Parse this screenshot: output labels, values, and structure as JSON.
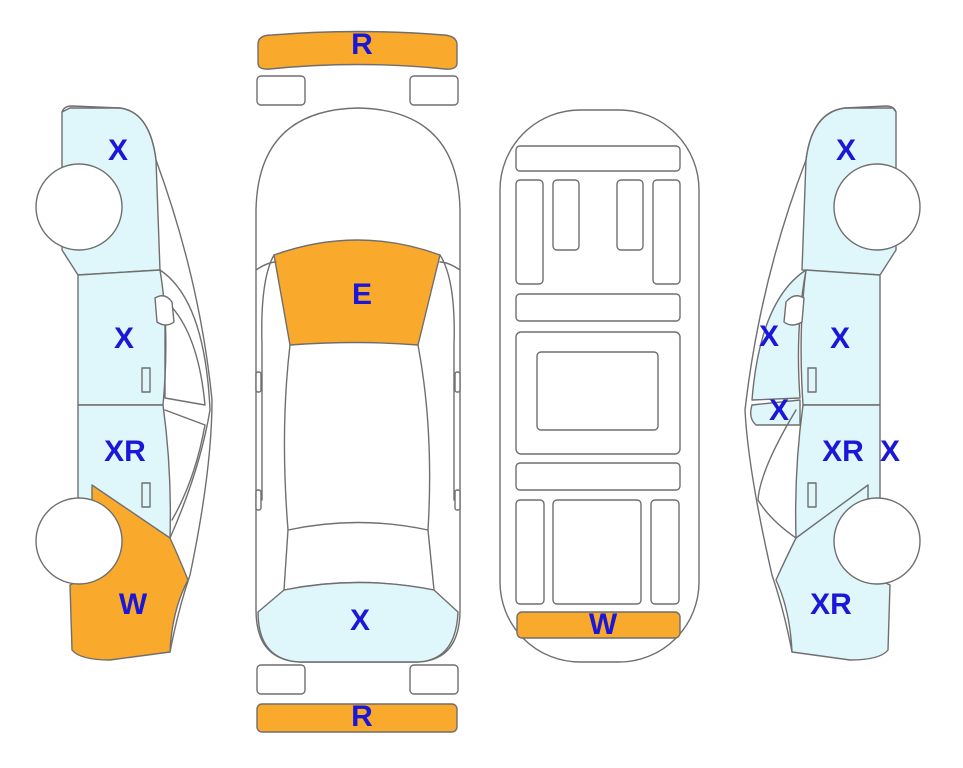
{
  "colors": {
    "light_blue": "#dff6fb",
    "orange": "#f9a92c",
    "label": "#1a17d8",
    "outline": "#6f6f6f"
  },
  "labels": {
    "front_bumper": "R",
    "rear_bumper": "R",
    "hood": "E",
    "roof_rear": "X",
    "trunk": "W",
    "left_front_fender": "X",
    "left_front_door": "X",
    "left_rear_door": "XR",
    "left_rear_quarter": "W",
    "right_front_fender": "X",
    "right_a_pillar": "X",
    "right_mirror": "X",
    "right_front_door": "X",
    "right_rear_door": "XR",
    "right_rear_door_edge": "X",
    "right_rear_quarter": "XR"
  }
}
